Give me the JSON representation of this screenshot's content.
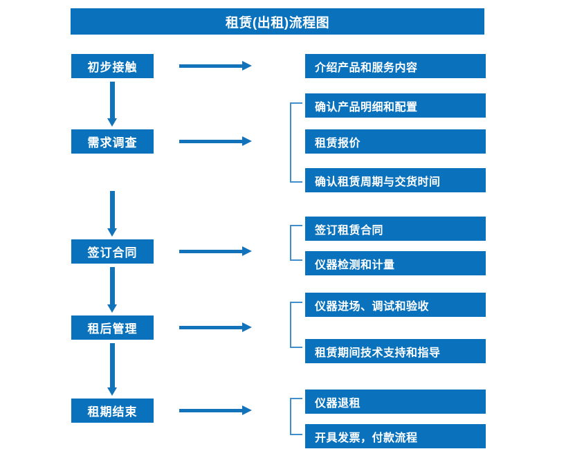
{
  "chart": {
    "title": "租赁(出租)流程图",
    "accent_color": "#0a72bd",
    "arrow_color": "#1273bb",
    "bracket_color": "#3f8fcf",
    "text_color": "#ffffff",
    "background_color": "#ffffff"
  },
  "stages": [
    {
      "label": "初步接触"
    },
    {
      "label": "需求调查"
    },
    {
      "label": "签订合同"
    },
    {
      "label": "租后管理"
    },
    {
      "label": "租期结束"
    }
  ],
  "details": [
    {
      "label": "介绍产品和服务内容"
    },
    {
      "label": "确认产品明细和配置"
    },
    {
      "label": "租赁报价"
    },
    {
      "label": "确认租赁周期与交货时间"
    },
    {
      "label": "签订租赁合同"
    },
    {
      "label": "仪器检测和计量"
    },
    {
      "label": "仪器进场、调试和验收"
    },
    {
      "label": "租赁期间技术支持和指导"
    },
    {
      "label": "仪器退租"
    },
    {
      "label": "开具发票，付款流程"
    }
  ]
}
